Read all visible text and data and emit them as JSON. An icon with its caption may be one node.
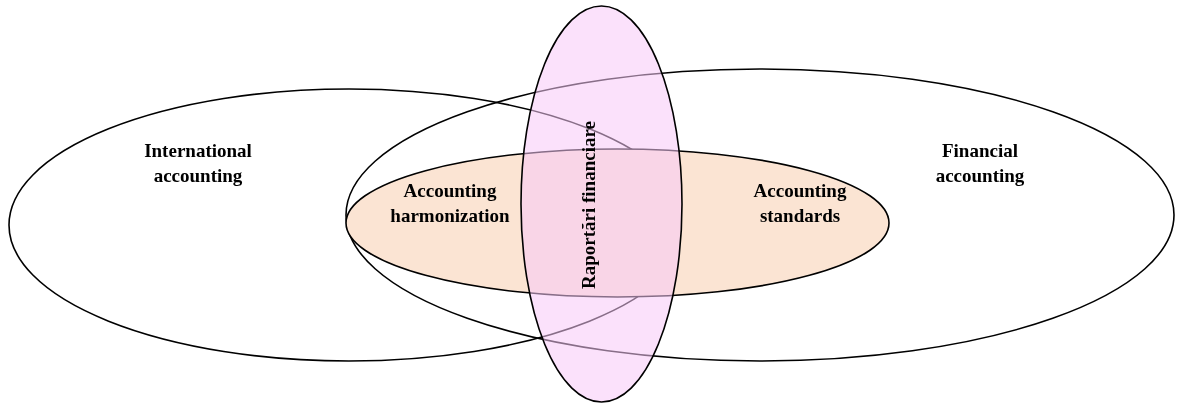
{
  "diagram": {
    "nodes": [
      {
        "text": [
          "International accounting"
        ]
      },
      {
        "text": [
          "Financial accounting"
        ]
      },
      {
        "text": [
          "Accounting harmonization",
          "Accounting standards"
        ],
        "in": 1
      },
      {
        "text": [
          "Raportări financiare"
        ]
      }
    ]
  }
}
